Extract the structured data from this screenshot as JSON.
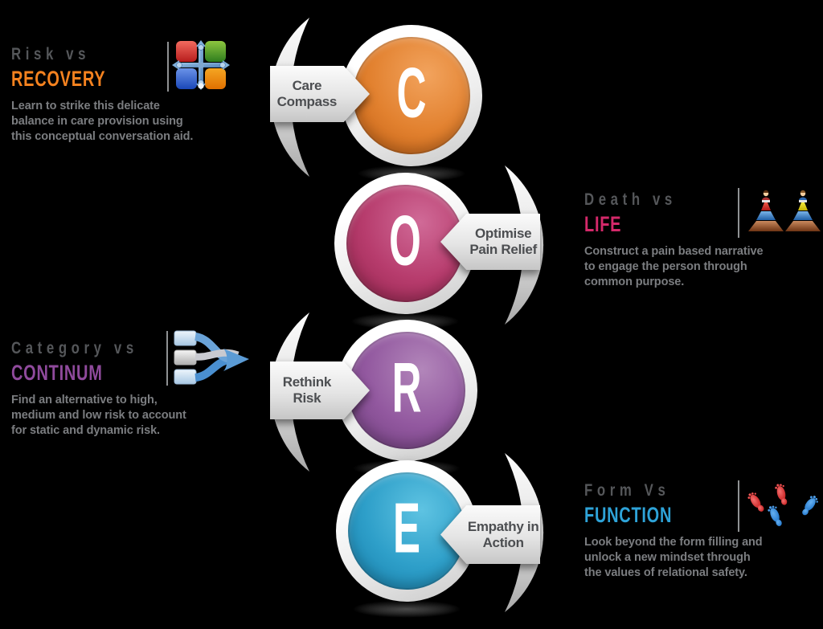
{
  "background_color": "#000000",
  "core": {
    "items": [
      {
        "letter": "C",
        "label": "Care Compass",
        "colors": {
          "light": "#f2a35d",
          "mid": "#e2812f",
          "dark": "#c05d12"
        }
      },
      {
        "letter": "O",
        "label": "Optimise Pain Relief",
        "colors": {
          "light": "#d06a97",
          "mid": "#b73c6d",
          "dark": "#92224a"
        }
      },
      {
        "letter": "R",
        "label": "Rethink Risk",
        "colors": {
          "light": "#b286ba",
          "mid": "#92589f",
          "dark": "#6e3d7c"
        }
      },
      {
        "letter": "E",
        "label": "Empathy in Action",
        "colors": {
          "light": "#5ec3e2",
          "mid": "#2e9fc9",
          "dark": "#157ca8"
        }
      }
    ]
  },
  "blocks": [
    {
      "title": "Risk vs",
      "subtitle": "RECOVERY",
      "subtitle_color": "#f5821f",
      "body_lines": [
        "Learn to strike this delicate",
        "balance in care provision using",
        "this conceptual conversation aid."
      ],
      "icon": "move-compass-icon"
    },
    {
      "title": "Death vs",
      "subtitle": "LIFE",
      "subtitle_color": "#d4296a",
      "body_lines": [
        "Construct a pain based narrative",
        "to engage the person through",
        "common purpose."
      ],
      "icon": "stacked-pyramid-people-icon"
    },
    {
      "title": "Category vs",
      "subtitle": "CONTINUM",
      "subtitle_color": "#8f4a9c",
      "body_lines": [
        "Find an alternative to high,",
        "medium and low risk to account",
        "for static and dynamic risk."
      ],
      "icon": "merge-arrows-icon"
    },
    {
      "title": "Form Vs",
      "subtitle": "FUNCTION",
      "subtitle_color": "#2ea3d8",
      "body_lines": [
        "Look beyond the form filling and",
        "unlock a new mindset through",
        "the values of relational safety."
      ],
      "icon": "footprints-icon"
    }
  ]
}
